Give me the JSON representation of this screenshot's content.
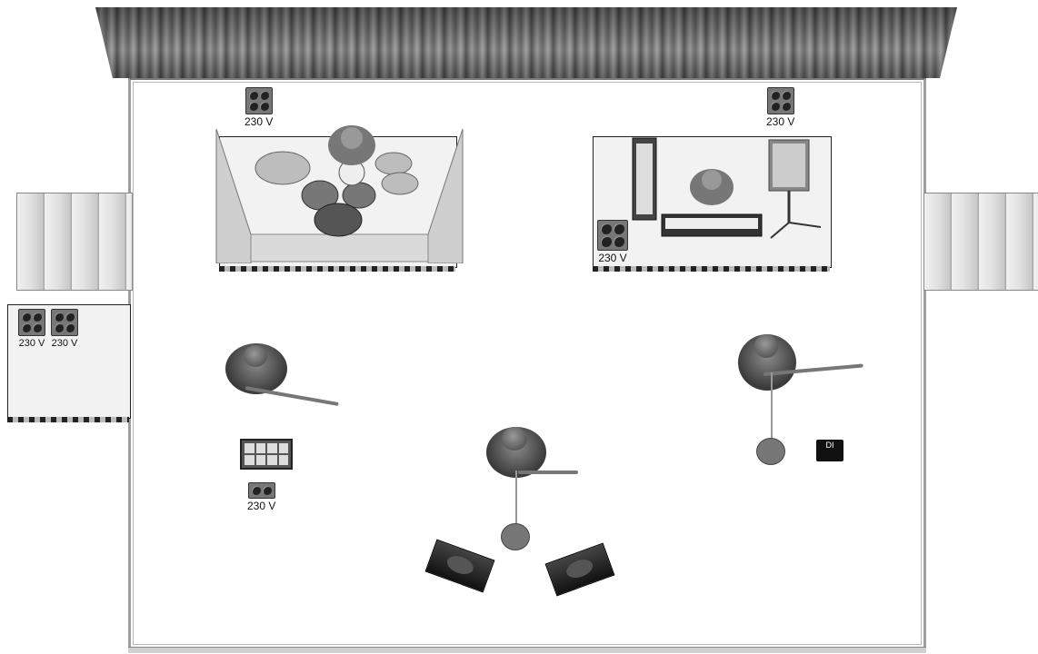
{
  "outlets": {
    "drum_riser": "230 V",
    "keys_top": "230 V",
    "keys_riser": "230 V",
    "side_left_1": "230 V",
    "side_left_2": "230 V",
    "guitar_left": "230 V"
  },
  "di_box": "DI"
}
